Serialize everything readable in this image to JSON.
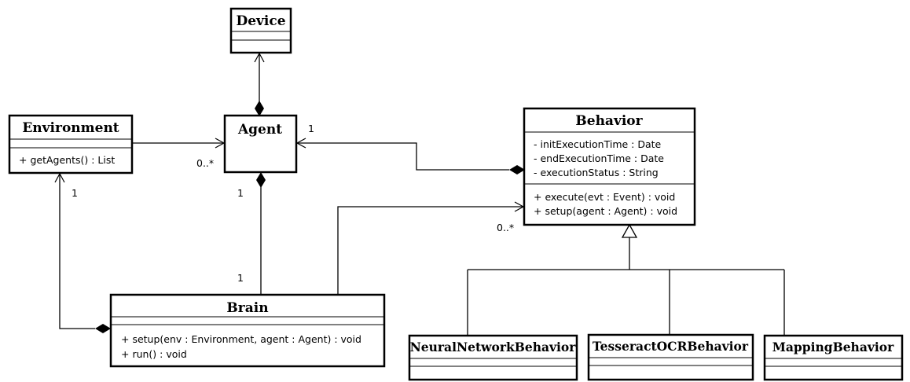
{
  "classes": {
    "device": {
      "name": "Device",
      "attributes": [],
      "operations": []
    },
    "environment": {
      "name": "Environment",
      "attributes": [],
      "operations": [
        "+ getAgents() : List"
      ]
    },
    "agent": {
      "name": "Agent",
      "attributes": [],
      "operations": []
    },
    "behavior": {
      "name": "Behavior",
      "attributes": [
        "- initExecutionTime : Date",
        "- endExecutionTime : Date",
        "- executionStatus : String"
      ],
      "operations": [
        "+ execute(evt : Event) : void",
        "+ setup(agent : Agent) : void"
      ]
    },
    "brain": {
      "name": "Brain",
      "attributes": [],
      "operations": [
        "+ setup(env : Environment, agent : Agent) : void",
        "+ run() : void"
      ]
    },
    "neural": {
      "name": "NeuralNetworkBehavior",
      "attributes": [],
      "operations": []
    },
    "tesseract": {
      "name": "TesseractOCRBehavior",
      "attributes": [],
      "operations": []
    },
    "mapping": {
      "name": "MappingBehavior",
      "attributes": [],
      "operations": []
    }
  },
  "multiplicities": {
    "environment_agent_agent_end": "0..*",
    "behavior_agent_agent_end": "1",
    "agent_brain_agent_end": "1",
    "agent_brain_brain_end": "1",
    "brain_environment_env_end": "1",
    "brain_behavior_behavior_end": "0..*"
  },
  "colors": {
    "stroke": "#000000",
    "fill": "#ffffff"
  }
}
